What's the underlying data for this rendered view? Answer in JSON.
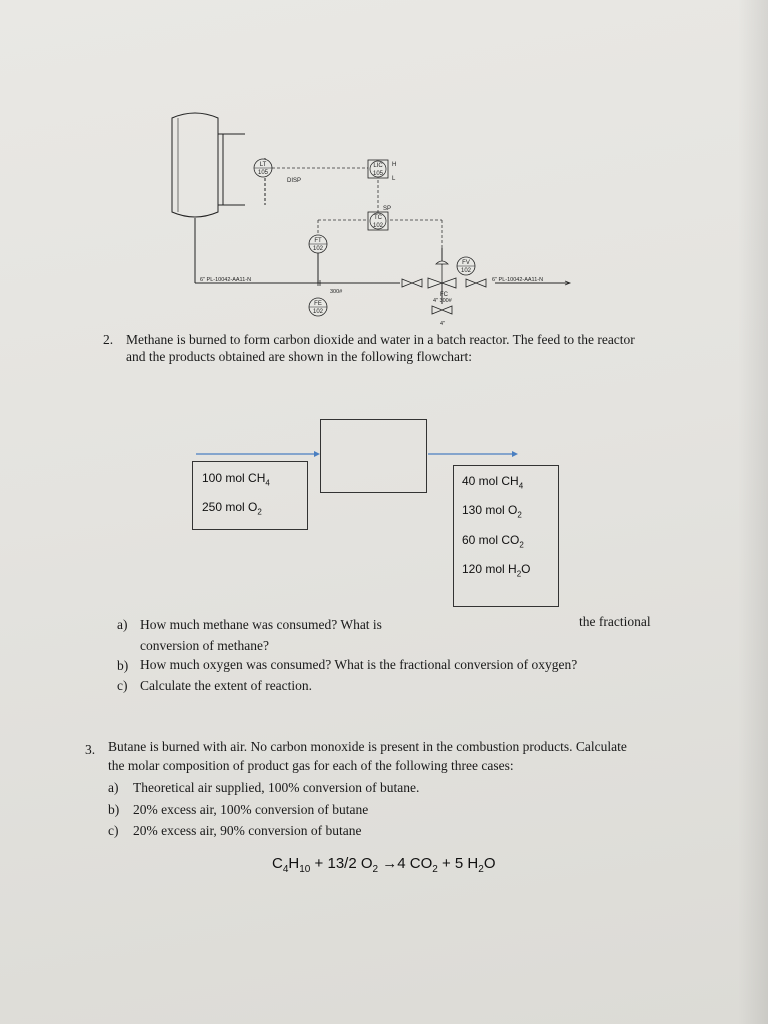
{
  "diagram": {
    "tags": {
      "lt": [
        "LT",
        "105"
      ],
      "lic": [
        "LIC",
        "105"
      ],
      "ft": [
        "FT",
        "102"
      ],
      "tc": [
        "TC",
        "102"
      ],
      "fv": [
        "FV",
        "102"
      ],
      "fe": [
        "FE",
        "102"
      ],
      "fc": "FC"
    },
    "labels": {
      "disp": "DISP",
      "h": "H",
      "l": "L",
      "sp": "SP",
      "line_left": "6\" PL-10042-AA11-N",
      "line_right": "6\" PL-10042-AA11-N",
      "pipe_300": "300#",
      "valve_size": "4\" 300#",
      "small_4": "4\""
    }
  },
  "q2": {
    "number": "2.",
    "text_line1": "Methane is burned to form carbon dioxide and water in a batch reactor. The feed to the reactor",
    "text_line2": "and the products obtained are shown in the following flowchart:",
    "feed": [
      {
        "value": "100 mol CH",
        "sub": "4"
      },
      {
        "value": "250 mol O",
        "sub": "2"
      }
    ],
    "products": [
      {
        "value": "40 mol CH",
        "sub": "4"
      },
      {
        "value": "130 mol O",
        "sub": "2"
      },
      {
        "value": "60 mol CO",
        "sub": "2"
      },
      {
        "value": "120 mol H",
        "sub": "2",
        "tail": "O"
      }
    ],
    "parts": {
      "a_label": "a)",
      "a_text": "How much methane was consumed? What is",
      "a_text_right": "the fractional",
      "a_line2": "conversion of methane?",
      "b_label": "b)",
      "b_text": "How much oxygen was consumed? What is the fractional conversion of oxygen?",
      "c_label": "c)",
      "c_text": "Calculate the extent of reaction."
    }
  },
  "q3": {
    "number": "3.",
    "text_line1": "Butane is burned with air. No carbon monoxide is present in the combustion products. Calculate",
    "text_line2": "the molar composition of product gas for each of the following three cases:",
    "a_label": "a)",
    "a_text": "Theoretical air supplied, 100% conversion of butane.",
    "b_label": "b)",
    "b_text": "20% excess air, 100% conversion of butane",
    "c_label": "c)",
    "c_text": "20% excess air, 90% conversion of butane",
    "equation": {
      "c": "C",
      "c_sub": "4",
      "h": "H",
      "h_sub": "10",
      "plus1": "+ 13/2 O",
      "o_sub": "2",
      "arrow": "→4 CO",
      "co2_sub": "2",
      "plus2": "+ 5 H",
      "h2o_sub": "2",
      "tail": "O"
    }
  }
}
